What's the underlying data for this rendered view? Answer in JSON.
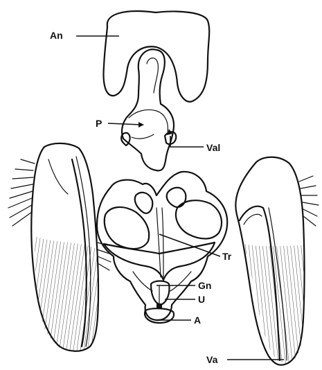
{
  "figure": {
    "labels": {
      "an": "An",
      "p": "P",
      "val": "Val",
      "tr": "Tr",
      "gn": "Gn",
      "u": "U",
      "a": "A",
      "va": "Va"
    }
  }
}
